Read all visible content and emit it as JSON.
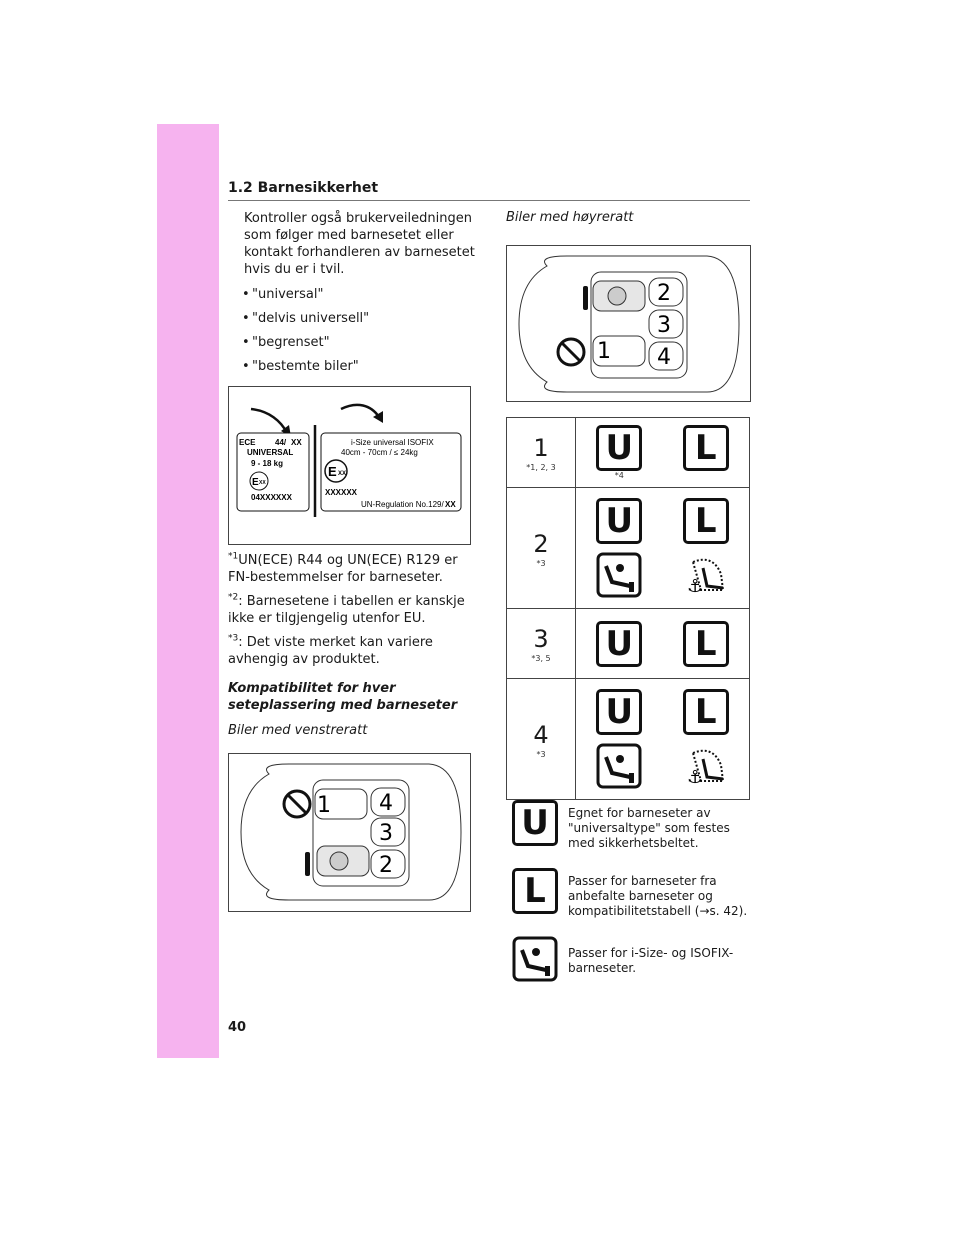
{
  "header": {
    "section": "1.2 Barnesikkerhet"
  },
  "left": {
    "intro": "Kontroller også brukerveiledningen som følger med barnesetet eller kontakt forhandleren av barnesetet hvis du er i tvil.",
    "bullets": [
      "\"universal\"",
      "\"delvis universell\"",
      "\"begrenset\"",
      "\"bestemte biler\""
    ],
    "label_fig": {
      "r44_line1": "ECE",
      "r44_line1b": "44/",
      "r44_xx": "XX",
      "r44_line2": "UNIVERSAL",
      "r44_line3": "9 - 18 kg",
      "e_mark": "E",
      "e_xx": "XX",
      "r44_code": "04XXXXXX",
      "r129_line1": "i-Size universal ISOFIX",
      "r129_line2": "40cm - 70cm / ≤ 24kg",
      "r129_code": "XXXXXX",
      "r129_reg": "UN-Regulation No.129/",
      "r129_xx": "XX"
    },
    "fn1_mark": "*1",
    "fn1_text": "UN(ECE) R44 og UN(ECE) R129 er FN-bestemmelser for barneseter.",
    "fn2_mark": "*2",
    "fn2_text": ": Barnesetene i tabellen er kanskje ikke er tilgjengelig utenfor EU.",
    "fn3_mark": "*3",
    "fn3_text": ": Det viste merket kan variere avhengig av produktet.",
    "compat_heading": "Kompatibilitet for hver seteplassering med barneseter",
    "lhd_caption": "Biler med venstreratt"
  },
  "right": {
    "rhd_caption": "Biler med høyreratt",
    "table": [
      {
        "num": "1",
        "note": "*1, 2, 3",
        "u_note": "*4",
        "badges": [
          "U",
          "L"
        ],
        "extra": false
      },
      {
        "num": "2",
        "note": "*3",
        "u_note": "",
        "badges": [
          "U",
          "L"
        ],
        "extra": true
      },
      {
        "num": "3",
        "note": "*3, 5",
        "u_note": "",
        "badges": [
          "U",
          "L"
        ],
        "extra": false
      },
      {
        "num": "4",
        "note": "*3",
        "u_note": "",
        "badges": [
          "U",
          "L"
        ],
        "extra": true
      }
    ],
    "legend": [
      {
        "icon": "U",
        "text": "Egnet for barneseter av \"universaltype\" som festes med sikkerhetsbeltet."
      },
      {
        "icon": "L",
        "text": "Passer for barneseter fra anbefalte barneseter og kompatibilitetstabell (→s. 42)."
      },
      {
        "icon": "isize",
        "text": "Passer for i-Size- og ISOFIX-barneseter."
      }
    ]
  },
  "seat_numbers": {
    "lhd": [
      "1",
      "4",
      "3",
      "2"
    ],
    "rhd": [
      "2",
      "3",
      "1",
      "4"
    ]
  },
  "footer": {
    "page": "40"
  }
}
